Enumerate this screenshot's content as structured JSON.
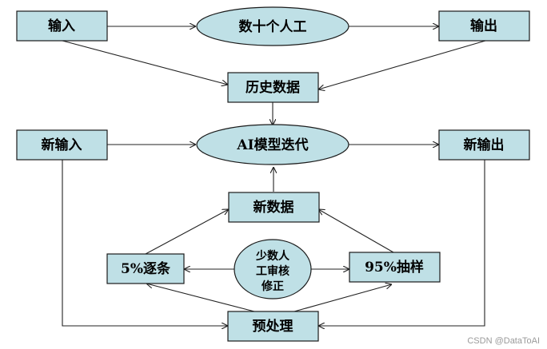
{
  "nodes": {
    "input": "输入",
    "human_dozens": "数十个人工",
    "output": "输出",
    "history_data": "历史数据",
    "new_input": "新输入",
    "ai_model_iteration": "AI模型迭代",
    "new_output": "新输出",
    "new_data": "新数据",
    "five_pct_review": "5%逐条",
    "few_human_review": [
      "少数人",
      "工审核",
      "修正"
    ],
    "ninety_five_pct_sample": "95%抽样",
    "preprocessing": "预处理"
  },
  "watermark": "CSDN @DataToAI"
}
